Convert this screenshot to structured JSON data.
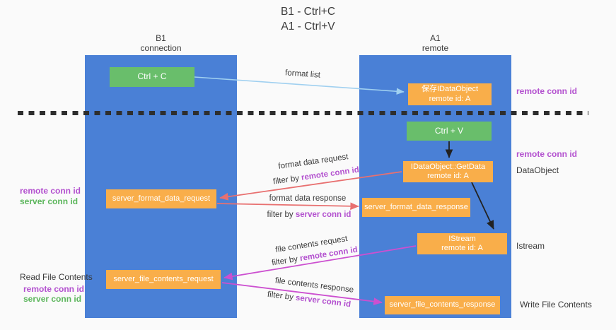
{
  "title": {
    "line1": "B1 - Ctrl+C",
    "line2": "A1 - Ctrl+V"
  },
  "columns": {
    "left": {
      "name": "B1",
      "role": "connection"
    },
    "right": {
      "name": "A1",
      "role": "remote"
    }
  },
  "nodes": {
    "ctrl_c": "Ctrl + C",
    "ctrl_v": "Ctrl + V",
    "save_dataobject": {
      "line1": "保存IDataObject",
      "line2": "remote id: A"
    },
    "getdata": {
      "line1": "IDataObject::GetData",
      "line2": "remote id: A"
    },
    "istream": {
      "line1": "IStream",
      "line2": "remote id: A"
    },
    "server_format_data_request": "server_format_data_request",
    "server_format_data_response": "server_format_data_response",
    "server_file_contents_request": "server_file_contents_request",
    "server_file_contents_response": "server_file_contents_response"
  },
  "arrow_labels": {
    "format_list": "format list",
    "format_data_request": "format data request",
    "format_data_response": "format data response",
    "file_contents_request": "file contents request",
    "file_contents_response": "file contents response",
    "filter_by": "filter by",
    "remote_conn_id": "remote conn id",
    "server_conn_id": "server conn id"
  },
  "side_labels": {
    "remote_conn_id_top_right": "remote conn id",
    "remote_conn_id_mid_right": "remote conn id",
    "dataobject": "DataObject",
    "istream": "Istream",
    "write_file_contents": "Write File Contents",
    "remote_conn_id_left1": "remote conn id",
    "server_conn_id_left1": "server conn id",
    "read_file_contents": "Read File Contents",
    "remote_conn_id_left2": "remote conn id",
    "server_conn_id_left2": "server conn id"
  },
  "colors": {
    "col_blue": "#4a80d6",
    "node_green": "#69be6b",
    "node_orange": "#f9ae4a",
    "accent_purple": "#b351cf",
    "accent_green": "#5cb65c",
    "arrow_red": "#e87070",
    "arrow_magenta": "#cc50d0",
    "arrow_blue": "#a0d0f0",
    "arrow_black": "#222222",
    "dash_black": "#2e2e2e"
  }
}
